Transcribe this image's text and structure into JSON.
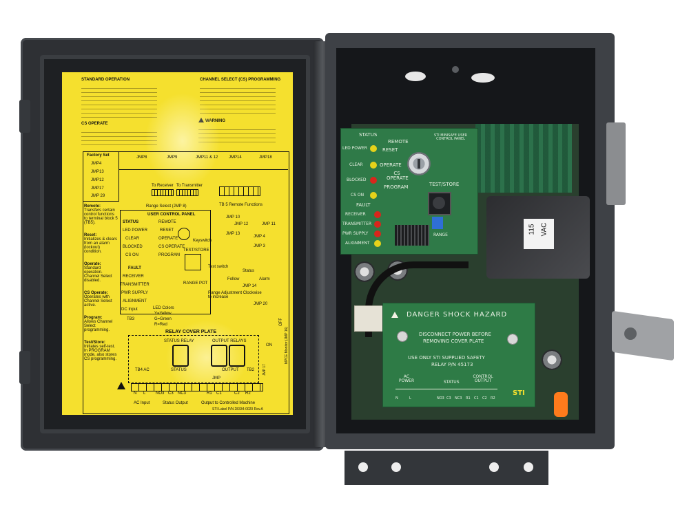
{
  "colors": {
    "enclosure": "#3e4146",
    "label_yellow": "#f5e02e",
    "pcb_green": "#2f7a48",
    "led_red": "#d8261c",
    "led_yellow": "#e6d21a"
  },
  "lid_label": {
    "left_heading": "STANDARD OPERATION",
    "right_heading": "CHANNEL SELECT (CS) PROGRAMMING",
    "cs_operate_heading": "CS OPERATE",
    "warning_heading": "WARNING",
    "factory_set": "Factory Set",
    "jmp_list": [
      "JMP4",
      "JMP13",
      "JMP12",
      "JMP17",
      "JMP 29"
    ],
    "jmp_header": [
      "JMP8",
      "JMP9",
      "JMP11 & 12",
      "JMP14",
      "JMP18"
    ],
    "to_receiver": "To Receiver",
    "to_transmitter": "To Transmitter",
    "range_select": "Range Select (JMP 8)",
    "tb5": "TB 5 Remote Functions",
    "user_control_panel": "USER CONTROL PANEL",
    "status": "STATUS",
    "remote": "REMOTE",
    "led_power": "LED POWER",
    "reset": "RESET",
    "clear": "CLEAR",
    "blocked": "BLOCKED",
    "operate": "OPERATE",
    "keyswitch": "Keyswitch",
    "cs_on": "CS ON",
    "cs_operate": "CS OPERATE",
    "program": "PROGRAM",
    "test_store": "TEST/STORE",
    "test_switch": "Test switch",
    "fault": "FAULT",
    "receiver": "RECEIVER",
    "transmitter": "TRANSMITTER",
    "pwr_supply": "PWR SUPPLY",
    "alignment": "ALIGNMENT",
    "range_pot": "RANGE POT",
    "range_adjust": "Range Adjustment Clockwise to increase",
    "status_follow": "Status",
    "follow": "Follow",
    "alarm": "Alarm",
    "jmp_side": [
      "JMP 10",
      "JMP 12",
      "JMP 11",
      "JMP 13",
      "JMP 4",
      "JMP 3",
      "JMP 14",
      "JMP 20"
    ],
    "dc_input": "DC Input",
    "tb3": "TB3",
    "led_colors_title": "LED Colors",
    "led_colors": [
      "Y=Yellow",
      "G=Green",
      "R=Red"
    ],
    "relay_cover_plate": "RELAY COVER PLATE",
    "status_relay": "STATUS RELAY",
    "output_relays": "OUTPUT RELAYS",
    "status_word": "STATUS",
    "output_word": "OUTPUT",
    "tb4_ac": "TB4  AC",
    "tb2": "TB2",
    "jmp": "JMP",
    "terminals": [
      "N",
      "L",
      "NO3",
      "C3",
      "NC3",
      "R1",
      "C1",
      "C2",
      "R2"
    ],
    "ac_input": "AC Input",
    "status_output": "Status Output",
    "output_machine": "Output to Controlled Machine",
    "on_off": [
      "ON",
      "OFF"
    ],
    "mpce": "MPCE Monitor (JMP 16)",
    "jmp17": "JMP 17",
    "sidebar": [
      {
        "title": "Remote:",
        "text": "Transfers certain control functions to terminal block 5 (TB5)."
      },
      {
        "title": "Reset:",
        "text": "Initializes & clears from an alarm (lockout) condition."
      },
      {
        "title": "Operate:",
        "text": "Standard operation. Channel Select disabled."
      },
      {
        "title": "CS Operate:",
        "text": "Operates with Channel Select active."
      },
      {
        "title": "Program:",
        "text": "Allows Channel Select programming."
      },
      {
        "title": "Test/Store:",
        "text": "Initiates self-test. In PROGRAM mode, also stores CS programming."
      }
    ],
    "footer": "STI Label P/N 28334-0020 Rev.A"
  },
  "pcb": {
    "status": "STATUS",
    "remote": "REMOTE",
    "led_power": "LED POWER",
    "reset": "RESET",
    "clear": "CLEAR",
    "operate": "OPERATE",
    "blocked": "BLOCKED",
    "cs_operate": "CS OPERATE",
    "cs_on": "CS ON",
    "program": "PROGRAM",
    "fault": "FAULT",
    "receiver": "RECEIVER",
    "transmitter": "TRANSMITTER",
    "pwr_supply": "PWR SUPPLY",
    "alignment": "ALIGNMENT",
    "sti_title": "STI MINISAFE USER CONTROL PANEL",
    "test_store": "TEST/STORE",
    "range": "RANGE"
  },
  "transformer": {
    "line1": "115",
    "line2": "VAC"
  },
  "cover_plate": {
    "title": "DANGER SHOCK HAZARD",
    "line1": "DISCONNECT POWER BEFORE",
    "line2": "REMOVING COVER PLATE",
    "line3": "USE ONLY STI SUPPLIED SAFETY",
    "line4": "RELAY P/N 45173",
    "ac_power": "AC POWER",
    "status": "STATUS",
    "control_output": "CONTROL OUTPUT",
    "terminals": [
      "N",
      "L",
      "NO3",
      "C3",
      "NC3",
      "R1",
      "C1",
      "C2",
      "R2"
    ],
    "brand": "STI"
  }
}
